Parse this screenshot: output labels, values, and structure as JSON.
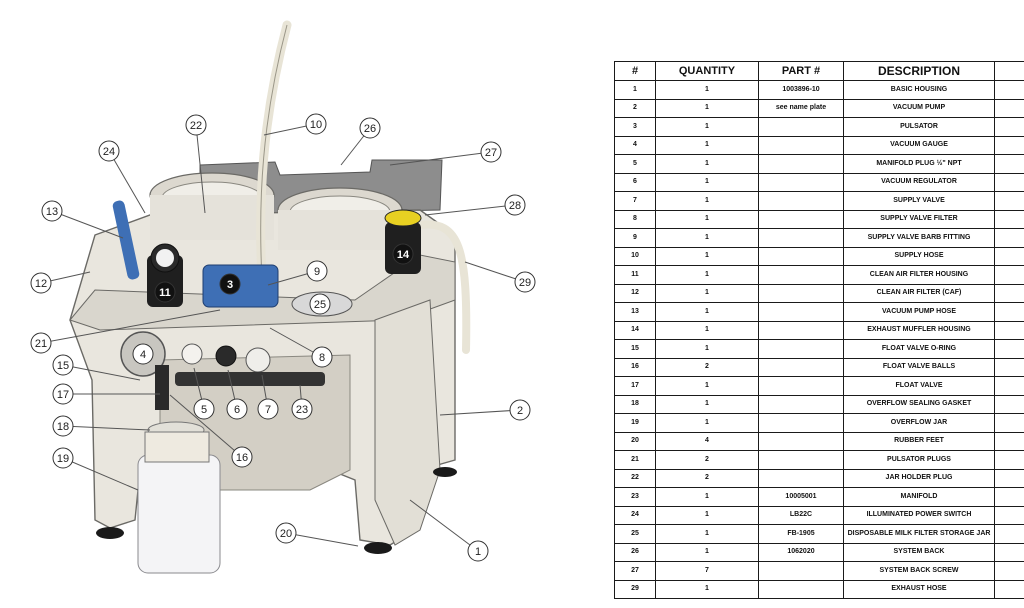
{
  "table": {
    "headers": [
      "#",
      "QUANTITY",
      "PART #",
      "DESCRIPTION",
      ""
    ],
    "rows": [
      [
        "1",
        "1",
        "1003896-10",
        "BASIC HOUSING",
        ""
      ],
      [
        "2",
        "1",
        "see name plate",
        "VACUUM PUMP",
        ""
      ],
      [
        "3",
        "1",
        "",
        "PULSATOR",
        ""
      ],
      [
        "4",
        "1",
        "",
        "VACUUM GAUGE",
        ""
      ],
      [
        "5",
        "1",
        "",
        "MANIFOLD PLUG ½\" NPT",
        ""
      ],
      [
        "6",
        "1",
        "",
        "VACUUM REGULATOR",
        ""
      ],
      [
        "7",
        "1",
        "",
        "SUPPLY VALVE",
        ""
      ],
      [
        "8",
        "1",
        "",
        "SUPPLY VALVE FILTER",
        ""
      ],
      [
        "9",
        "1",
        "",
        "SUPPLY VALVE BARB FITTING",
        ""
      ],
      [
        "10",
        "1",
        "",
        "SUPPLY HOSE",
        ""
      ],
      [
        "11",
        "1",
        "",
        "CLEAN AIR FILTER HOUSING",
        ""
      ],
      [
        "12",
        "1",
        "",
        "CLEAN AIR FILTER (CAF)",
        ""
      ],
      [
        "13",
        "1",
        "",
        "VACUUM PUMP HOSE",
        ""
      ],
      [
        "14",
        "1",
        "",
        "EXHAUST MUFFLER HOUSING",
        ""
      ],
      [
        "15",
        "1",
        "",
        "FLOAT VALVE O-RING",
        ""
      ],
      [
        "16",
        "2",
        "",
        "FLOAT VALVE BALLS",
        ""
      ],
      [
        "17",
        "1",
        "",
        "FLOAT VALVE",
        ""
      ],
      [
        "18",
        "1",
        "",
        "OVERFLOW SEALING GASKET",
        ""
      ],
      [
        "19",
        "1",
        "",
        "OVERFLOW JAR",
        ""
      ],
      [
        "20",
        "4",
        "",
        "RUBBER FEET",
        ""
      ],
      [
        "21",
        "2",
        "",
        "PULSATOR PLUGS",
        ""
      ],
      [
        "22",
        "2",
        "",
        "JAR HOLDER PLUG",
        ""
      ],
      [
        "23",
        "1",
        "10005001",
        "MANIFOLD",
        ""
      ],
      [
        "24",
        "1",
        "LB22C",
        "ILLUMINATED POWER SWITCH",
        ""
      ],
      [
        "25",
        "1",
        "FB-1905",
        "DISPOSABLE MILK FILTER STORAGE JAR",
        ""
      ],
      [
        "26",
        "1",
        "1062020",
        "SYSTEM BACK",
        ""
      ],
      [
        "27",
        "7",
        "",
        "SYSTEM BACK SCREW",
        ""
      ],
      [
        "29",
        "1",
        "",
        "EXHAUST HOSE",
        ""
      ]
    ]
  },
  "diagram": {
    "callouts": [
      "1",
      "2",
      "3",
      "4",
      "5",
      "6",
      "7",
      "8",
      "9",
      "10",
      "11",
      "12",
      "13",
      "14",
      "15",
      "16",
      "17",
      "18",
      "19",
      "20",
      "21",
      "22",
      "23",
      "24",
      "25",
      "26",
      "27",
      "28",
      "29"
    ],
    "colors": {
      "housing": "#e9e6de",
      "housing_shade": "#d3cfc5",
      "blue": "#3e6fb5",
      "back_plate": "#8d8d8d",
      "jar": "#f4f4f6"
    }
  }
}
